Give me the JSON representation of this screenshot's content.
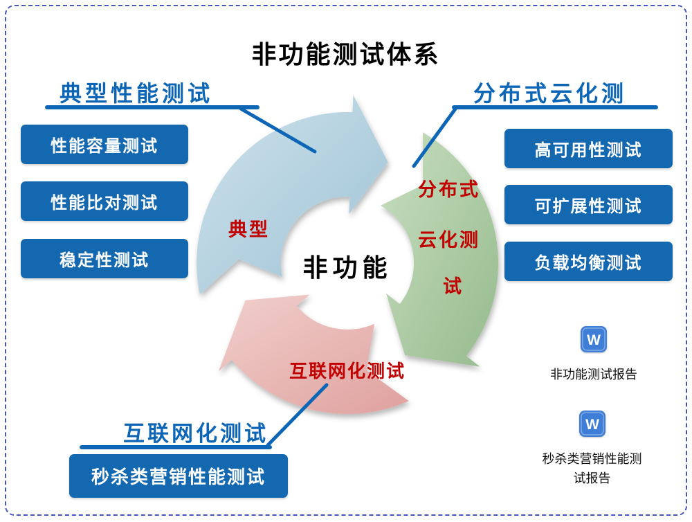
{
  "page": {
    "title": "非功能测试体系"
  },
  "callouts": {
    "top_left": {
      "label": "典型性能测试"
    },
    "top_right": {
      "label": "分布式云化测"
    },
    "bottom_left": {
      "label": "互联网化测试"
    }
  },
  "left_boxes": [
    "性能容量测试",
    "性能比对测试",
    "稳定性测试"
  ],
  "right_boxes": [
    "高可用性测试",
    "可扩展性测试",
    "负载均衡测试"
  ],
  "bottom_box": {
    "label": "秒杀类营销性能测试"
  },
  "cycle": {
    "center_label": "非功能",
    "segments": [
      {
        "id": "typical",
        "label": "典型"
      },
      {
        "id": "distributed-cloud",
        "label_lines": [
          "分布式",
          "云化测",
          "试"
        ]
      },
      {
        "id": "internet",
        "label": "互联网化测试"
      }
    ]
  },
  "documents": [
    {
      "icon": "word-document-icon",
      "glyph": "W",
      "label_lines": [
        "非功能测试报告",
        ""
      ]
    },
    {
      "icon": "word-document-icon",
      "glyph": "W",
      "label_lines": [
        "秒杀类营销性能测",
        "试报告"
      ]
    }
  ],
  "colors": {
    "border_color": "#4456bb",
    "callout_blue": "#0d66b5",
    "line_blue": "#0d66b5",
    "box_blue": "#1468af",
    "label_red": "#c10000",
    "segment_blue_light": "#cfe2ec",
    "segment_blue_dark": "#9dc2d4",
    "segment_green_light": "#c8dfc1",
    "segment_green_dark": "#96ba8d",
    "segment_pink_light": "#f1cfcc",
    "segment_pink_dark": "#dfa19e",
    "doc_icon_blue": "#3f7ed6"
  }
}
